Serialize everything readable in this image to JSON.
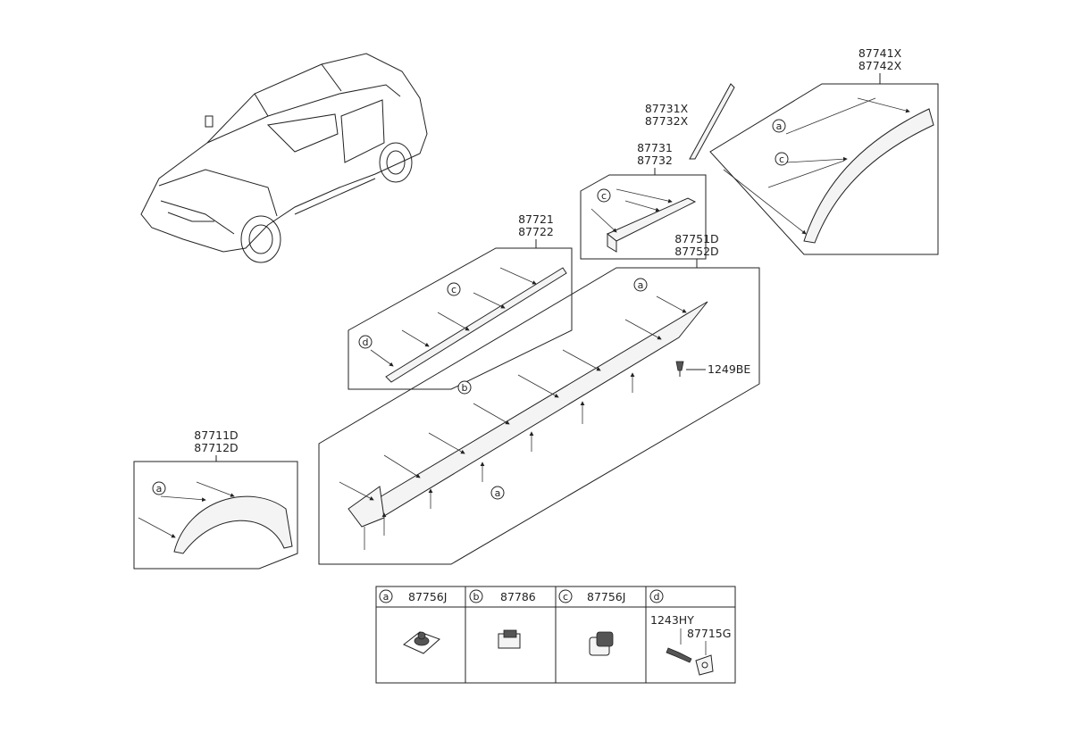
{
  "callouts": {
    "p87741": "87741X",
    "p87742": "87742X",
    "p87731x": "87731X",
    "p87732x": "87732X",
    "p87731": "87731",
    "p87732": "87732",
    "p87721": "87721",
    "p87722": "87722",
    "p87751": "87751D",
    "p87752": "87752D",
    "p1249": "1249BE",
    "p87711": "87711D",
    "p87712": "87712D"
  },
  "fastener_letters": {
    "a": "a",
    "b": "b",
    "c": "c",
    "d": "d"
  },
  "legend": {
    "cells": [
      {
        "letter": "a",
        "part": "87756J"
      },
      {
        "letter": "b",
        "part": "87786"
      },
      {
        "letter": "c",
        "part": "87756J"
      },
      {
        "letter": "d",
        "part": ""
      }
    ],
    "d_parts": [
      "1243HY",
      "87715G"
    ]
  }
}
